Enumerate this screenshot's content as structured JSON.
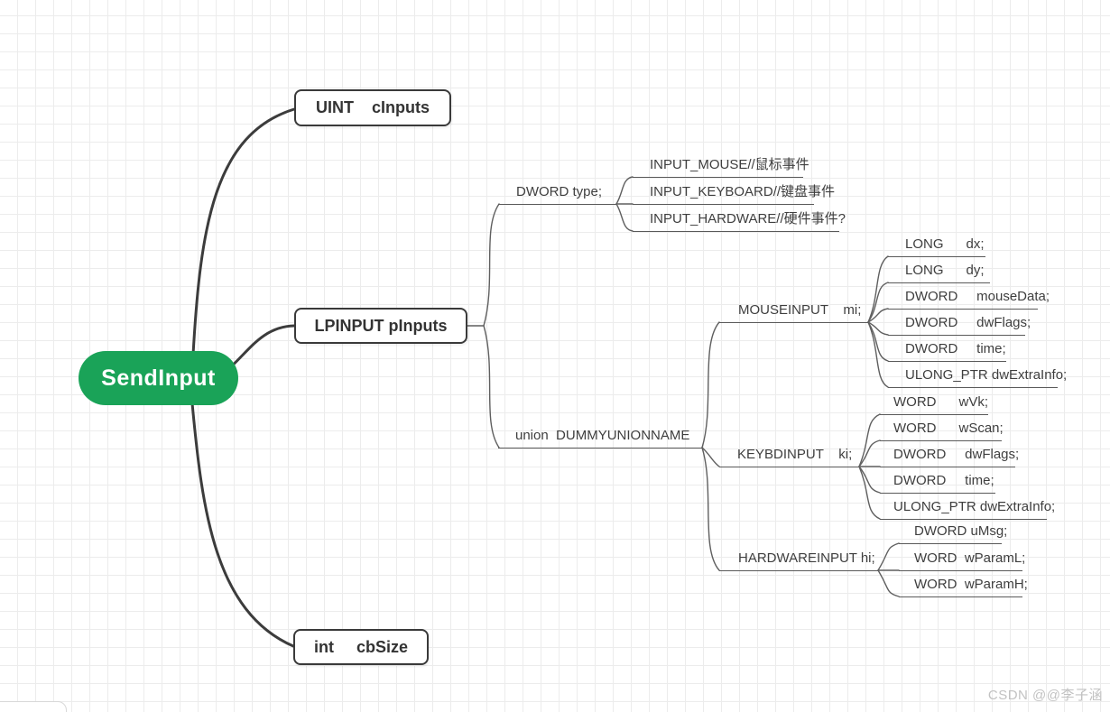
{
  "mindmap": {
    "root": {
      "label": "SendInput",
      "bg_color": "#1AA358",
      "text_color": "#FFFFFF"
    },
    "params": {
      "cinputs": "UINT    cInputs",
      "pinputs": "LPINPUT pInputs",
      "cbsize": "int     cbSize"
    },
    "type_node": "DWORD type;",
    "type_children": [
      "INPUT_MOUSE//鼠标事件",
      "INPUT_KEYBOARD//键盘事件",
      "INPUT_HARDWARE//硬件事件?"
    ],
    "union_node": "union  DUMMYUNIONNAME",
    "mouseinput": {
      "label": "MOUSEINPUT    mi;",
      "fields": [
        "LONG      dx;",
        "LONG      dy;",
        "DWORD     mouseData;",
        "DWORD     dwFlags;",
        "DWORD     time;",
        "ULONG_PTR dwExtraInfo;"
      ]
    },
    "keybdinput": {
      "label": "KEYBDINPUT    ki;",
      "fields": [
        "WORD      wVk;",
        "WORD      wScan;",
        "DWORD     dwFlags;",
        "DWORD     time;",
        "ULONG_PTR dwExtraInfo;"
      ]
    },
    "hardwareinput": {
      "label": "HARDWAREINPUT hi;",
      "fields": [
        "DWORD uMsg;",
        "WORD  wParamL;",
        "WORD  wParamH;"
      ]
    }
  },
  "colors": {
    "root_bg": "#1AA358",
    "box_border": "#3A3A3A",
    "main_branch": "#3C3C3C",
    "thin_branch": "#5F5F5F",
    "grid_line": "#ECECEC",
    "label_text": "#3E3E3E",
    "watermark_text": "#C2C2C2"
  },
  "watermark": "CSDN @@李子涵"
}
